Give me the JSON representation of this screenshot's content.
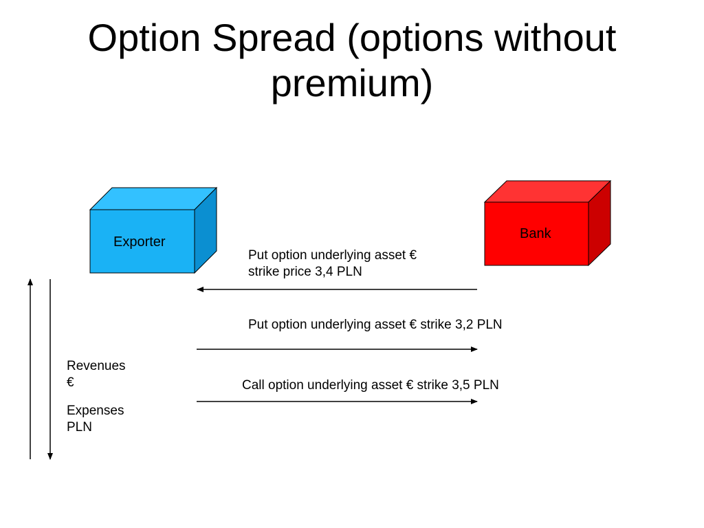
{
  "slide": {
    "title_line1": "Option Spread (options without",
    "title_line2": "premium)"
  },
  "nodes": {
    "exporter": {
      "label": "Exporter",
      "color_front": "#1ab2f5",
      "color_top": "#33c1ff",
      "color_side": "#0b8fd1"
    },
    "bank": {
      "label": "Bank",
      "color_front": "#ff0000",
      "color_top": "#ff3333",
      "color_side": "#cc0000"
    }
  },
  "flows": [
    {
      "line1": "Put option underlying asset €",
      "line2": "strike price 3,4 PLN",
      "direction": "bank-to-exporter"
    },
    {
      "line1": "Put option underlying asset € strike 3,2 PLN",
      "line2": "",
      "direction": "exporter-to-bank"
    },
    {
      "line1": "Call option underlying asset € strike 3,5 PLN",
      "line2": "",
      "direction": "exporter-to-bank"
    }
  ],
  "legend": {
    "revenues_line1": "Revenues",
    "revenues_line2": "€",
    "expenses_line1": "Expenses",
    "expenses_line2": "PLN"
  }
}
